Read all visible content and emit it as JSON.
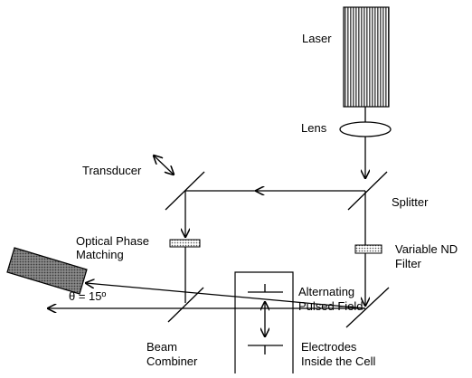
{
  "labels": {
    "laser": "Laser",
    "lens": "Lens",
    "transducer": "Transducer",
    "splitter": "Splitter",
    "optical_phase_line1": "Optical Phase",
    "optical_phase_line2": "Matching",
    "variable_nd_line1": "Variable ND",
    "variable_nd_line2": "Filter",
    "alternating_line1": "Alternating",
    "alternating_line2": "Pulsed Field",
    "theta": "θ = 15º",
    "beam_line1": "Beam",
    "beam_line2": "Combiner",
    "electrodes_line1": "Electrodes",
    "electrodes_line2": "Inside the Cell"
  },
  "colors": {
    "line": "#000000",
    "laser_fill": "#cfcfcf",
    "detector_fill": "#9a9a9a",
    "filter_fill": "#d9d9d9"
  },
  "icons": {
    "laser": "laser-icon",
    "lens": "lens-icon",
    "detector": "detector-icon"
  }
}
